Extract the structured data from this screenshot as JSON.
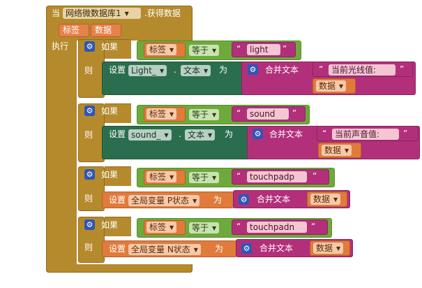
{
  "event": {
    "when_label": "当",
    "component": "网络微数据库1",
    "event_name": ".获得数据",
    "params": [
      "标签",
      "数据"
    ],
    "do_label": "执行"
  },
  "dropdown_arrow": "▼",
  "gear_glyph": "⚙",
  "blocks": [
    {
      "if_label": "如果",
      "then_label": "则",
      "cond_left": "标签",
      "cond_op": "等于",
      "cond_right": "light",
      "set_label": "设置",
      "target_component": "Light_",
      "target_prop": "文本",
      "to_label": "为",
      "join_label": "合并文本",
      "join_text": "当前光线值:",
      "join_var": "数据"
    },
    {
      "if_label": "如果",
      "then_label": "则",
      "cond_left": "标签",
      "cond_op": "等于",
      "cond_right": "sound",
      "set_label": "设置",
      "target_component": "sound_",
      "target_prop": "文本",
      "to_label": "为",
      "join_label": "合并文本",
      "join_text": "当前声音值:",
      "join_var": "数据"
    },
    {
      "if_label": "如果",
      "then_label": "则",
      "cond_left": "标签",
      "cond_op": "等于",
      "cond_right": "touchpadp",
      "set_label": "设置",
      "target_var": "全局变量 P状态",
      "to_label": "为",
      "join_label": "合并文本",
      "join_var": "数据"
    },
    {
      "if_label": "如果",
      "then_label": "则",
      "cond_left": "标签",
      "cond_op": "等于",
      "cond_right": "touchpadn",
      "set_label": "设置",
      "target_var": "全局变量 N状态",
      "to_label": "为",
      "join_label": "合并文本",
      "join_var": "数据"
    }
  ],
  "colors": {
    "event": "#b58a2c",
    "text": "#b2307a",
    "logic": "#6eaa3b",
    "component": "#2b6e4e",
    "variable": "#e07b3c",
    "mutator": "#2f56b4"
  }
}
